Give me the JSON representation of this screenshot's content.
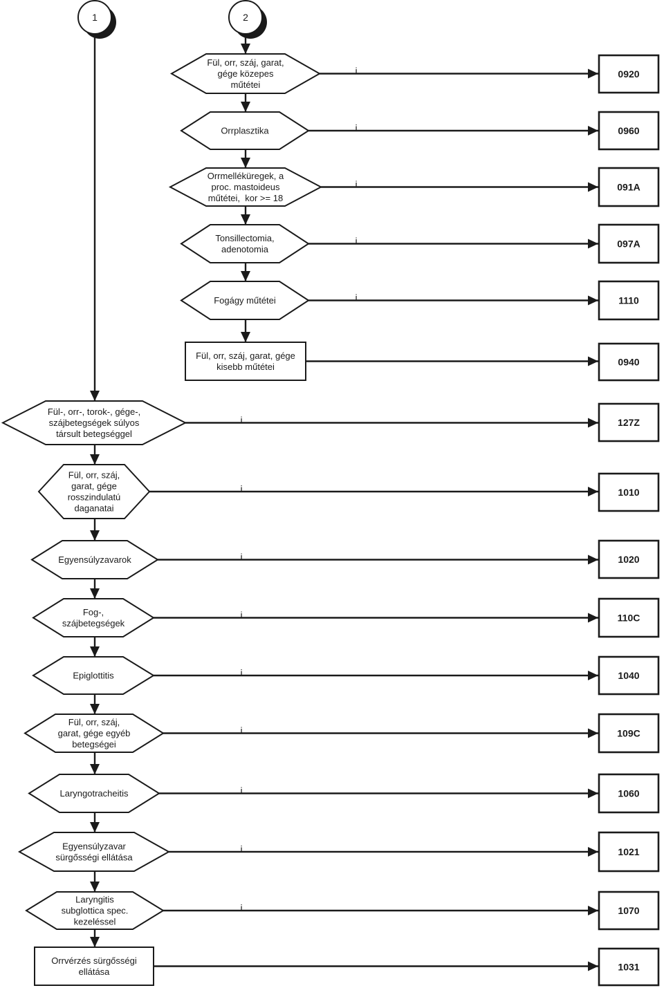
{
  "connectors": {
    "branch_1": "1",
    "branch_2": "2"
  },
  "branch_2": {
    "nodes": [
      {
        "lines": [
          "Fül, orr, száj, garat,",
          "gége közepes",
          "műtétei"
        ],
        "edge_label": "i",
        "code": "0920"
      },
      {
        "lines": [
          "Orrplasztika"
        ],
        "edge_label": "i",
        "code": "0960"
      },
      {
        "lines": [
          "Orrmelléküregek, a",
          "proc. mastoideus",
          "műtétei,  kor >= 18"
        ],
        "edge_label": "i",
        "code": "091A"
      },
      {
        "lines": [
          "Tonsillectomia,",
          "adenotomia"
        ],
        "edge_label": "i",
        "code": "097A"
      },
      {
        "lines": [
          "Fogágy műtétei"
        ],
        "edge_label": "i",
        "code": "1110"
      },
      {
        "lines": [
          "Fül, orr, száj, garat, gége",
          "kisebb műtétei"
        ],
        "code": "0940"
      }
    ]
  },
  "branch_1": {
    "nodes": [
      {
        "lines": [
          "Fül-, orr-, torok-, gége-,",
          "szájbetegségek súlyos",
          "társult betegséggel"
        ],
        "edge_label": "i",
        "code": "127Z"
      },
      {
        "lines": [
          "Fül, orr, száj,",
          "garat, gége",
          "rosszindulatú",
          "daganatai"
        ],
        "edge_label": "i",
        "code": "1010"
      },
      {
        "lines": [
          "Egyensúlyzavarok"
        ],
        "edge_label": "i",
        "code": "1020"
      },
      {
        "lines": [
          "Fog-,",
          "szájbetegségek"
        ],
        "edge_label": "i",
        "code": "110C"
      },
      {
        "lines": [
          "Epiglottitis"
        ],
        "edge_label": "i",
        "code": "1040"
      },
      {
        "lines": [
          "Fül, orr, száj,",
          "garat, gége egyéb",
          "betegségei"
        ],
        "edge_label": "i",
        "code": "109C"
      },
      {
        "lines": [
          "Laryngotracheitis"
        ],
        "edge_label": "i",
        "code": "1060"
      },
      {
        "lines": [
          "Egyensúlyzavar",
          "sürgősségi ellátása"
        ],
        "edge_label": "i",
        "code": "1021"
      },
      {
        "lines": [
          "Laryngitis",
          "subglottica spec.",
          "kezeléssel"
        ],
        "edge_label": "i",
        "code": "1070"
      },
      {
        "lines": [
          "Orrvérzés sürgősségi",
          "ellátása"
        ],
        "code": "1031"
      }
    ]
  }
}
